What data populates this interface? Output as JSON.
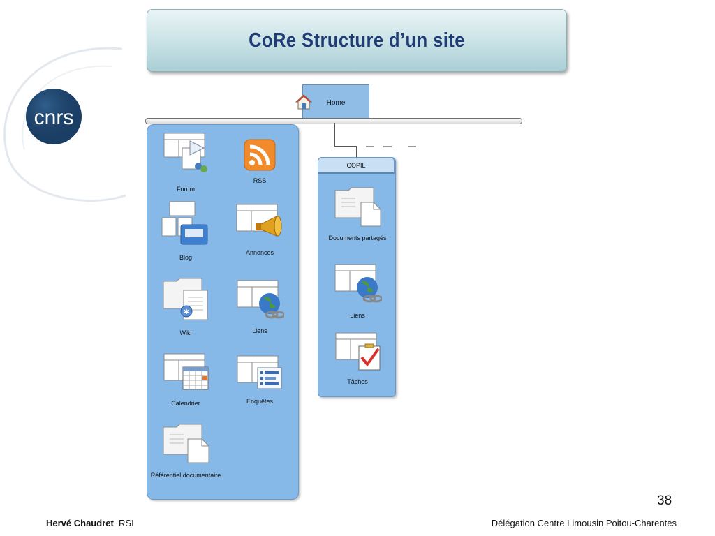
{
  "title": "CoRe Structure d’un site",
  "logo_text": "cnrs",
  "home": {
    "label": "Home"
  },
  "left_panel": {
    "items": [
      {
        "label": "Forum",
        "icon": "forum-icon"
      },
      {
        "label": "RSS",
        "icon": "rss-icon"
      },
      {
        "label": "Blog",
        "icon": "blog-icon"
      },
      {
        "label": "Annonces",
        "icon": "announcements-icon"
      },
      {
        "label": "Wiki",
        "icon": "wiki-icon"
      },
      {
        "label": "Liens",
        "icon": "links-icon"
      },
      {
        "label": "Calendrier",
        "icon": "calendar-icon"
      },
      {
        "label": "Enquêtes",
        "icon": "survey-icon"
      },
      {
        "label": "Référentiel documentaire",
        "icon": "document-library-icon"
      }
    ]
  },
  "copil_panel": {
    "title": "COPIL",
    "items": [
      {
        "label": "Documents partagés",
        "icon": "shared-documents-icon"
      },
      {
        "label": "Liens",
        "icon": "links-icon"
      },
      {
        "label": "Tâches",
        "icon": "tasks-icon"
      }
    ]
  },
  "page_number": "38",
  "footer": {
    "author": "Hervé Chaudret",
    "role": "RSI",
    "organization": "Délégation Centre Limousin Poitou-Charentes"
  },
  "colors": {
    "title_text": "#1f3c74",
    "panel_fill": "#87b9e8",
    "logo_fill": "#1b3f66"
  }
}
